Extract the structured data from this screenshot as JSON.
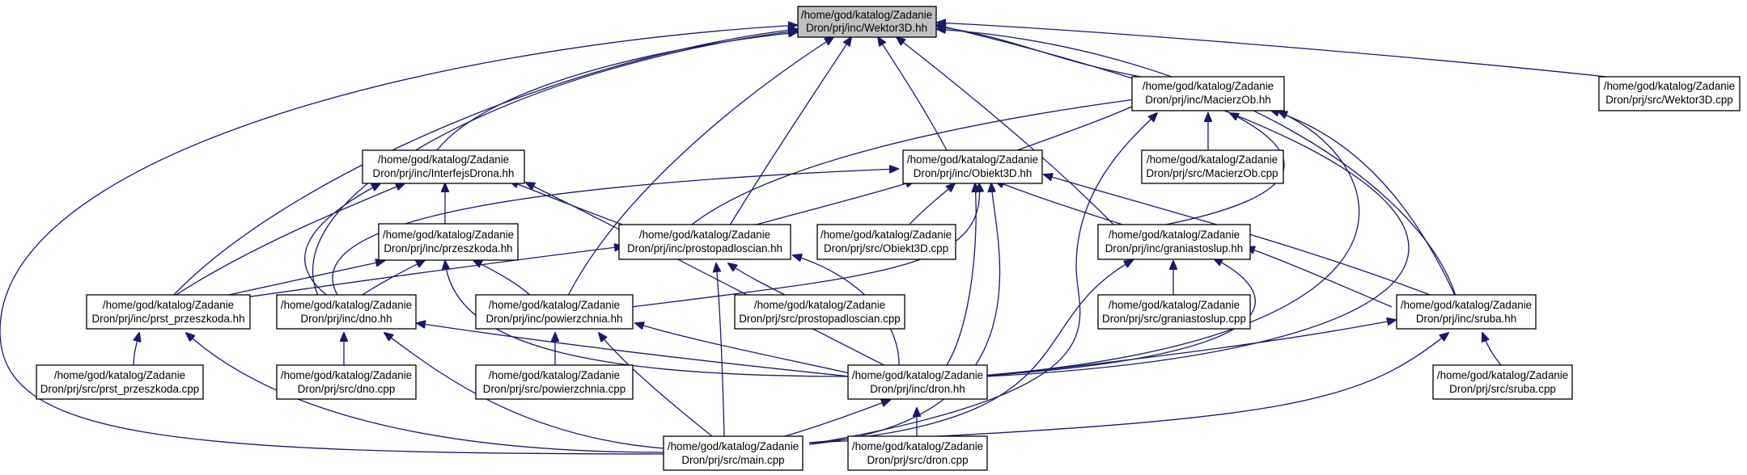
{
  "colors": {
    "edge": "#191970",
    "node_border": "#000000",
    "root_fill": "#bfbfbf",
    "node_fill": "#ffffff"
  },
  "nodes": {
    "wektor3d_hh": {
      "line1": "/home/god/katalog/Zadanie",
      "line2": "Dron/prj/inc/Wektor3D.hh"
    },
    "macierzob_hh": {
      "line1": "/home/god/katalog/Zadanie",
      "line2": "Dron/prj/inc/MacierzOb.hh"
    },
    "wektor3d_cpp": {
      "line1": "/home/god/katalog/Zadanie",
      "line2": "Dron/prj/src/Wektor3D.cpp"
    },
    "interfejs_hh": {
      "line1": "/home/god/katalog/Zadanie",
      "line2": "Dron/prj/inc/InterfejsDrona.hh"
    },
    "obiekt3d_hh": {
      "line1": "/home/god/katalog/Zadanie",
      "line2": "Dron/prj/inc/Obiekt3D.hh"
    },
    "macierzob_cpp": {
      "line1": "/home/god/katalog/Zadanie",
      "line2": "Dron/prj/src/MacierzOb.cpp"
    },
    "przeszkoda_hh": {
      "line1": "/home/god/katalog/Zadanie",
      "line2": "Dron/prj/inc/przeszkoda.hh"
    },
    "prostopad_hh": {
      "line1": "/home/god/katalog/Zadanie",
      "line2": "Dron/prj/inc/prostopadloscian.hh"
    },
    "obiekt3d_cpp": {
      "line1": "/home/god/katalog/Zadanie",
      "line2": "Dron/prj/src/Obiekt3D.cpp"
    },
    "granias_hh": {
      "line1": "/home/god/katalog/Zadanie",
      "line2": "Dron/prj/inc/graniastoslup.hh"
    },
    "prstprz_hh": {
      "line1": "/home/god/katalog/Zadanie",
      "line2": "Dron/prj/inc/prst_przeszkoda.hh"
    },
    "dno_hh": {
      "line1": "/home/god/katalog/Zadanie",
      "line2": "Dron/prj/inc/dno.hh"
    },
    "powierz_hh": {
      "line1": "/home/god/katalog/Zadanie",
      "line2": "Dron/prj/inc/powierzchnia.hh"
    },
    "prostopad_cpp": {
      "line1": "/home/god/katalog/Zadanie",
      "line2": "Dron/prj/src/prostopadloscian.cpp"
    },
    "granias_cpp": {
      "line1": "/home/god/katalog/Zadanie",
      "line2": "Dron/prj/src/graniastoslup.cpp"
    },
    "sruba_hh": {
      "line1": "/home/god/katalog/Zadanie",
      "line2": "Dron/prj/inc/sruba.hh"
    },
    "prstprz_cpp": {
      "line1": "/home/god/katalog/Zadanie",
      "line2": "Dron/prj/src/prst_przeszkoda.cpp"
    },
    "dno_cpp": {
      "line1": "/home/god/katalog/Zadanie",
      "line2": "Dron/prj/src/dno.cpp"
    },
    "powierz_cpp": {
      "line1": "/home/god/katalog/Zadanie",
      "line2": "Dron/prj/src/powierzchnia.cpp"
    },
    "dron_hh": {
      "line1": "/home/god/katalog/Zadanie",
      "line2": "Dron/prj/inc/dron.hh"
    },
    "sruba_cpp": {
      "line1": "/home/god/katalog/Zadanie",
      "line2": "Dron/prj/src/sruba.cpp"
    },
    "main_cpp": {
      "line1": "/home/god/katalog/Zadanie",
      "line2": "Dron/prj/src/main.cpp"
    },
    "dron_cpp": {
      "line1": "/home/god/katalog/Zadanie",
      "line2": "Dron/prj/src/dron.cpp"
    }
  }
}
